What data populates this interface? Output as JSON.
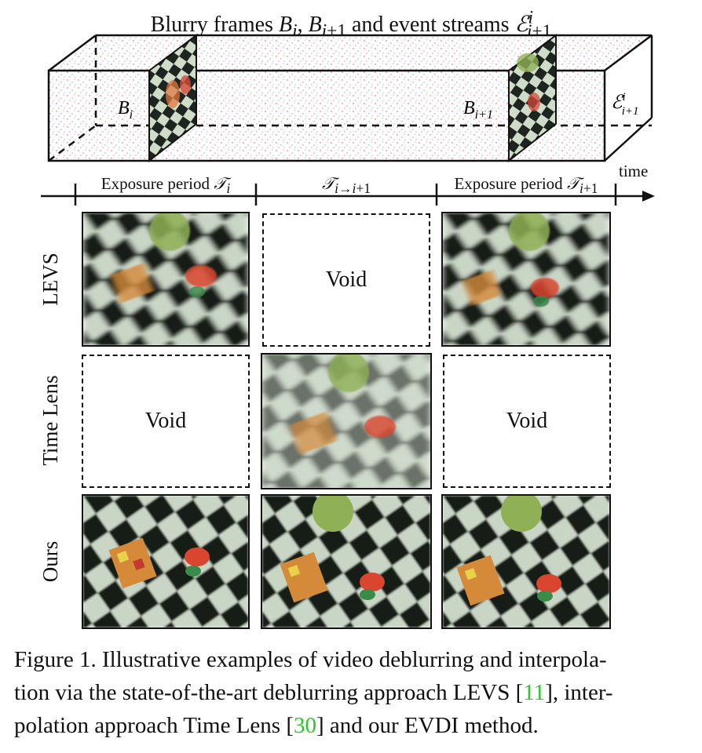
{
  "figure": {
    "top_title": "Blurry frames B_i, B_{i+1} and event streams ℰ^i_{i+1}",
    "frame_labels": {
      "left": "B_i",
      "right": "B_{i+1}",
      "events": "ℰ^i_{i+1}"
    },
    "timeline": {
      "time_label": "time",
      "periods": [
        "Exposure period 𝒯_i",
        "𝒯_{i→i+1}",
        "Exposure period 𝒯_{i+1}"
      ]
    },
    "rows": [
      {
        "label": "LEVS",
        "cells": [
          "image",
          "Void",
          "image"
        ]
      },
      {
        "label": "Time Lens",
        "cells": [
          "Void",
          "image",
          "Void"
        ]
      },
      {
        "label": "Ours",
        "cells": [
          "image",
          "image",
          "image"
        ]
      }
    ],
    "void_text": "Void"
  },
  "caption": {
    "prefix": "Figure 1. Illustrative examples of video deblurring and interpola-",
    "line2_a": "tion via the state-of-the-art deblurring approach LEVS [",
    "cite1": "11",
    "line2_b": "], inter-",
    "line3_a": "polation approach Time Lens [",
    "cite2": "30",
    "line3_b": "] and our EVDI method."
  },
  "colors": {
    "event_pos": "#e0505a",
    "event_neg": "#4a8fd8",
    "cite": "#2cc52c"
  }
}
